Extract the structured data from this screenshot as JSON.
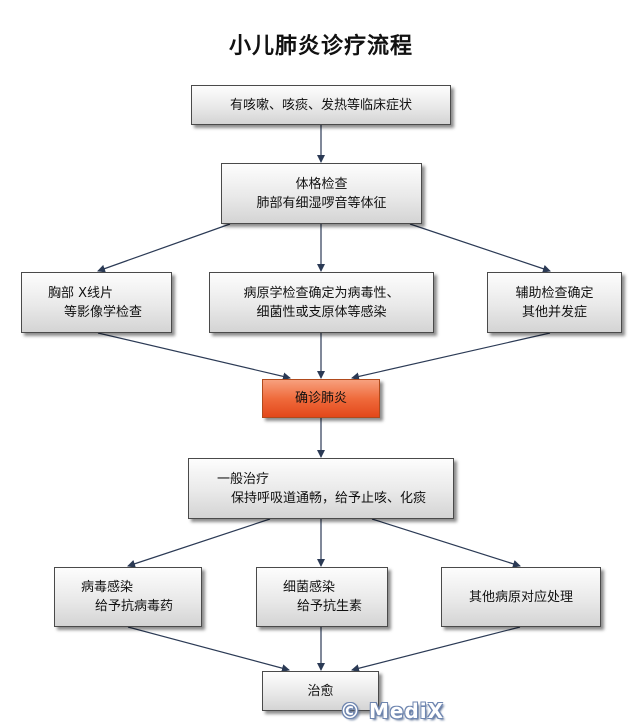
{
  "title": "小儿肺炎诊疗流程",
  "nodes": {
    "symptoms": "有咳嗽、咳痰、发热等临床症状",
    "physical_exam": {
      "line1": "体格检查",
      "line2": "肺部有细湿啰音等体征"
    },
    "chest_xray": {
      "line1": "胸部 X线片",
      "line2": "等影像学检查"
    },
    "pathogen_test": {
      "line1": "病原学检查确定为病毒性、",
      "line2": "细菌性或支原体等感染"
    },
    "aux_exam": {
      "line1": "辅助检查确定",
      "line2": "其他并发症"
    },
    "diagnosis": "确诊肺炎",
    "general_treatment": {
      "line1": "一般治疗",
      "line2": "保持呼吸道通畅，给予止咳、化痰"
    },
    "viral": {
      "line1": "病毒感染",
      "line2": "给予抗病毒药"
    },
    "bacterial": {
      "line1": "细菌感染",
      "line2": "给予抗生素"
    },
    "other_pathogen": "其他病原对应处理",
    "cured": "治愈"
  },
  "watermark": "© MediX",
  "colors": {
    "box_border": "#4a4a4a",
    "highlight": "#ef6b3c",
    "arrow": "#2b3a55"
  }
}
